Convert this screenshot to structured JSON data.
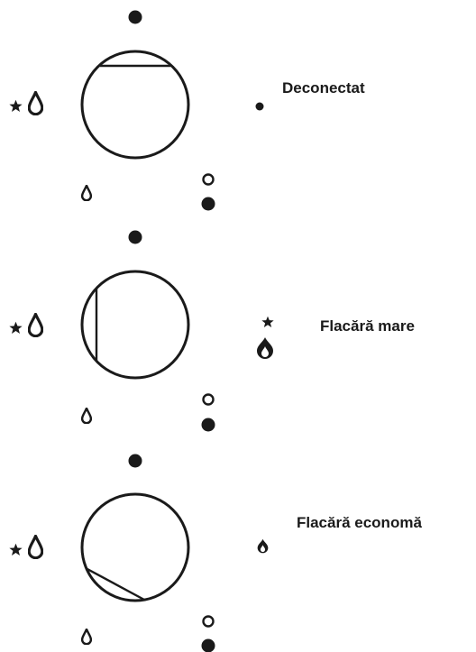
{
  "colors": {
    "ink": "#1a1a1a",
    "background": "#ffffff"
  },
  "positions": [
    {
      "id": "off",
      "label": "Deconectat",
      "indicator_line": "horizontal-chord-top",
      "status_icon": "small-dot-icon"
    },
    {
      "id": "high",
      "label": "Flacără mare",
      "indicator_line": "vertical-chord-left",
      "status_icon": "spark-and-large-flame-icon"
    },
    {
      "id": "eco",
      "label": "Flacără economă",
      "indicator_line": "diagonal-chord-bottom-left",
      "status_icon": "small-flame-icon"
    }
  ],
  "knob_symbols": {
    "top_marker": "filled-dot-icon",
    "left_marker": "spark-flame-outline-icon",
    "bottom_left_marker": "flame-outline-icon",
    "bottom_right_marker": "open-and-filled-dot-icon"
  }
}
